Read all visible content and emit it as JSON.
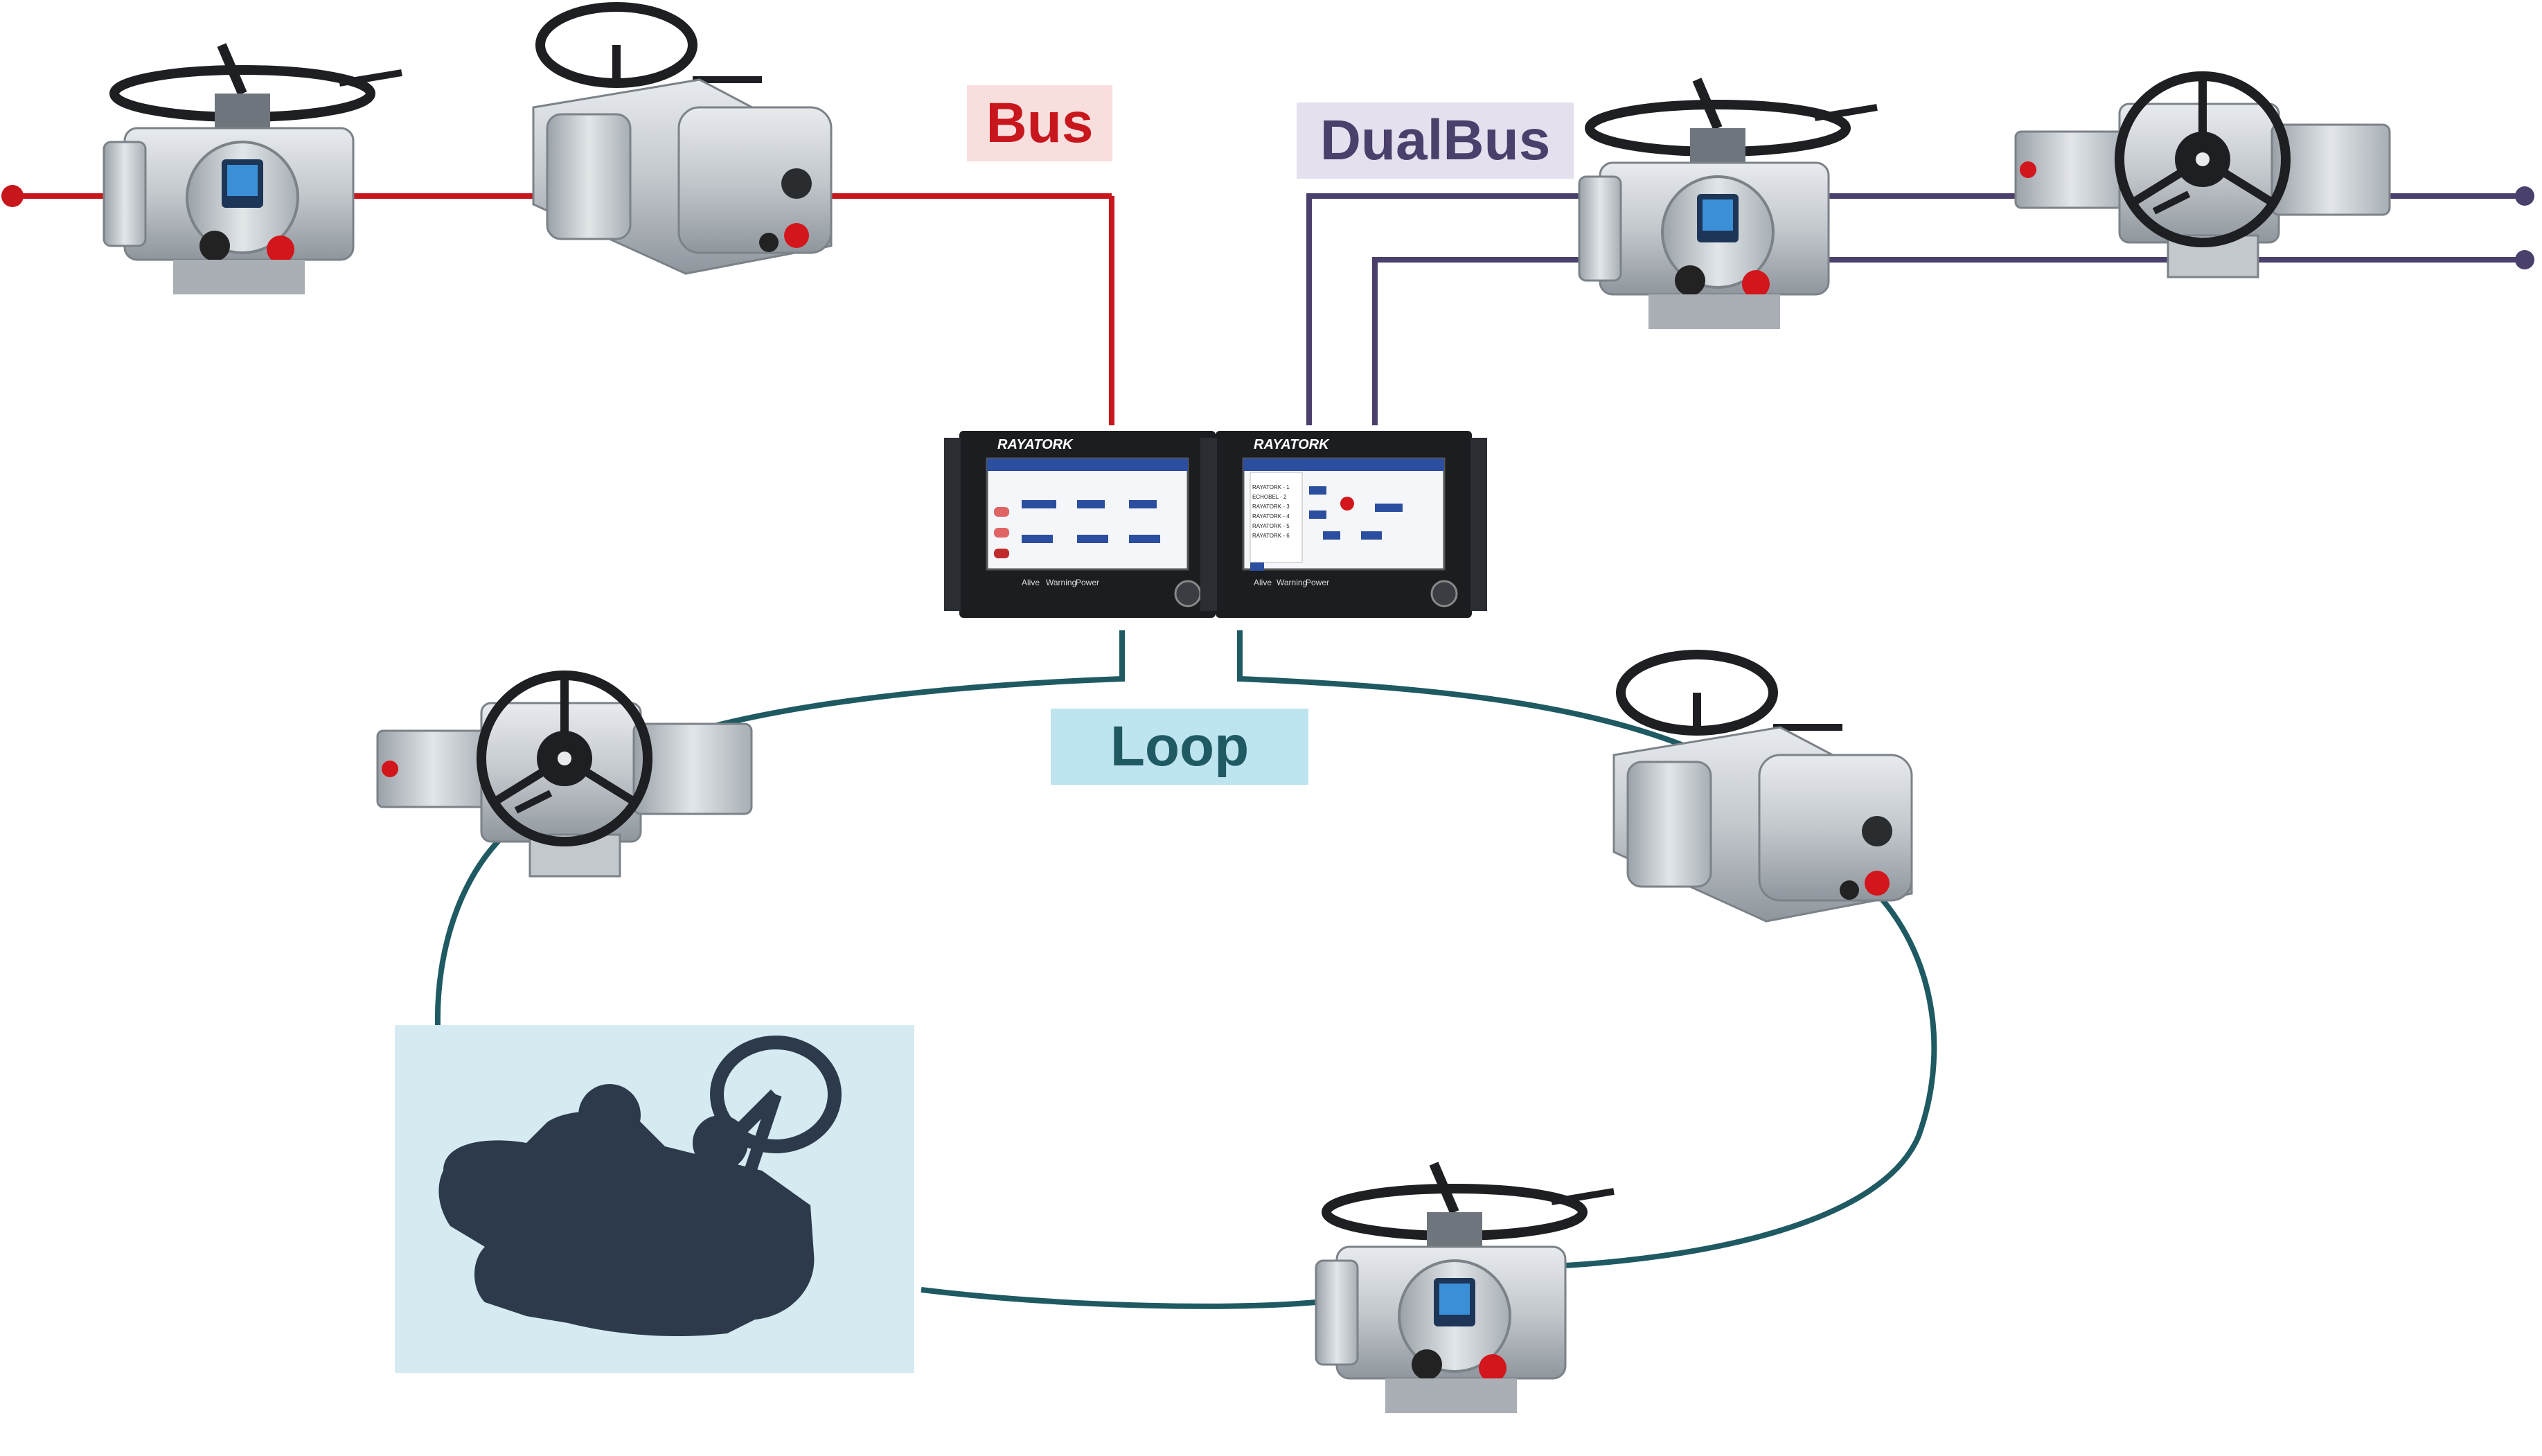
{
  "labels": {
    "bus": "Bus",
    "dualbus": "DualBus",
    "loop": "Loop"
  },
  "controllers": {
    "left_brand": "RAYATORK",
    "right_brand": "RAYATORK",
    "left_leds": [
      "Alive",
      "Warning",
      "Power"
    ],
    "right_leds": [
      "Alive",
      "Warning",
      "Power"
    ],
    "right_list": [
      "RAYATORK - 1",
      "ECHOBEL - 2",
      "RAYATORK - 3",
      "RAYATORK - 4",
      "RAYATORK - 5",
      "RAYATORK - 6"
    ]
  },
  "colors": {
    "bus": "#c8161d",
    "bus_label_bg": "#f9dede",
    "dualbus": "#4b3f6b",
    "dualbus_label_bg": "#e4e0ee",
    "loop": "#1f5a63",
    "loop_label_bg": "#bde4ef",
    "actuator_body": "#c9cdd1",
    "silhouette": "#2c3a4b",
    "silhouette_bg": "#d5eaf1"
  },
  "icons": [
    "actuator-bus-1-icon",
    "actuator-bus-2-icon",
    "actuator-dualbus-1-icon",
    "actuator-dualbus-2-icon",
    "actuator-loop-left-icon",
    "actuator-loop-right-icon",
    "actuator-loop-bottom-icon",
    "actuator-silhouette-icon",
    "controller-panel-left-icon",
    "controller-panel-right-icon"
  ]
}
